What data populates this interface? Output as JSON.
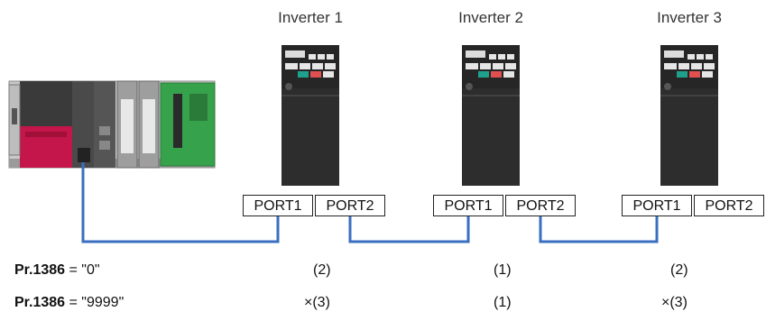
{
  "inverters": [
    {
      "title": "Inverter 1",
      "port1": "PORT1",
      "port2": "PORT2"
    },
    {
      "title": "Inverter 2",
      "port1": "PORT1",
      "port2": "PORT2"
    },
    {
      "title": "Inverter 3",
      "port1": "PORT1",
      "port2": "PORT2"
    }
  ],
  "rows": [
    {
      "param": "Pr.1386",
      "eq": " = \"0\"",
      "values": [
        "(2)",
        "(1)",
        "(2)"
      ]
    },
    {
      "param": "Pr.1386",
      "eq": " = \"9999\"",
      "values": [
        "×(3)",
        "(1)",
        "×(3)"
      ]
    }
  ],
  "colors": {
    "cable": "#3a6fc0",
    "plc_red": "#c4164a",
    "plc_green": "#37a24c",
    "inverter_body": "#2d2d2d"
  }
}
